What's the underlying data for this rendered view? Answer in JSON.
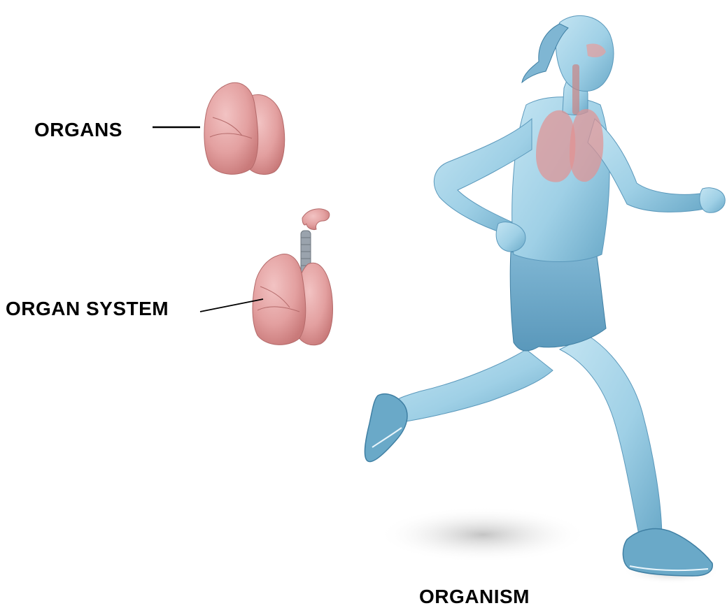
{
  "labels": {
    "organs": "ORGANS",
    "organ_system": "ORGAN SYSTEM",
    "organism": "ORGANISM"
  },
  "illustrations": {
    "organs": "lungs-pair-icon",
    "organ_system": "respiratory-system-icon",
    "organism": "running-woman-figure"
  },
  "colors": {
    "lung_fill": "#e3a0a0",
    "lung_shade": "#c97a7a",
    "body_fill": "#9fd0e6",
    "body_shade": "#6aa9c8",
    "label_text": "#000000",
    "leader_line": "#000000"
  }
}
